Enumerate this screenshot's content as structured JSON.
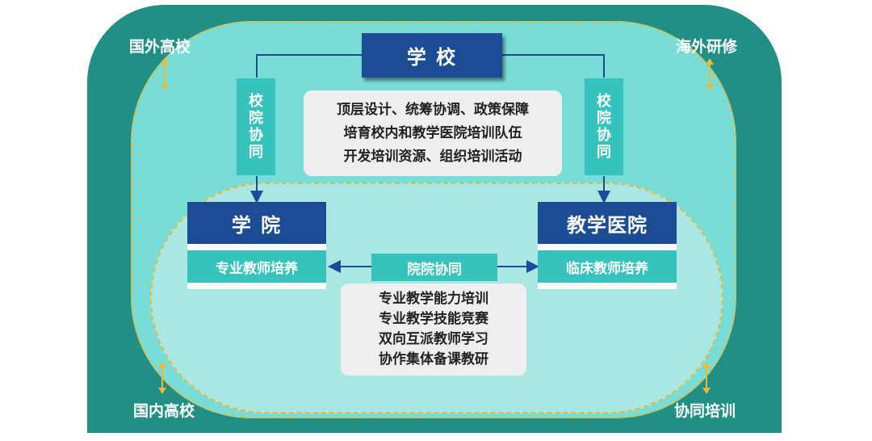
{
  "corners": {
    "top_left": "国外高校",
    "top_right": "海外研修",
    "bottom_left": "国内高校",
    "bottom_right": "协同培训"
  },
  "school": {
    "title": "学 校",
    "duties": [
      "顶层设计、统筹协调、政策保障",
      "培育校内和教学医院培训队伍",
      "开发培训资源、组织培训活动"
    ]
  },
  "school_college_link": {
    "left_chars": [
      "校",
      "院",
      "协",
      "同"
    ],
    "right_chars": [
      "校",
      "院",
      "协",
      "同"
    ]
  },
  "college": {
    "title": "学 院",
    "subtitle": "专业教师培养"
  },
  "hospital": {
    "title": "教学医院",
    "subtitle": "临床教师培养"
  },
  "college_hospital_link": {
    "label": "院院协同",
    "activities": [
      "专业教学能力培训",
      "专业教学技能竞赛",
      "双向互派教师学习",
      "协作集体备课教研"
    ]
  },
  "colors": {
    "outer_frame": "#218f84",
    "middle_oval": "#78ddd7",
    "inner_oval": "#a9e7e3",
    "navy": "#1c4c94",
    "teal_label": "#36c2bd",
    "dashed_border": "#e8b93a",
    "arrow": "#1c4c94",
    "corner_arrow": "#e8b93a"
  }
}
